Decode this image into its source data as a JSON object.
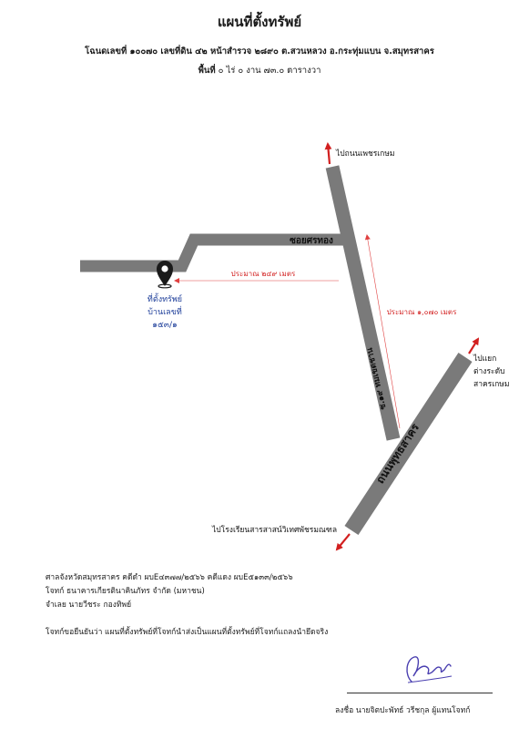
{
  "header": {
    "title": "แผนที่ตั้งทรัพย์",
    "deed_line": "โฉนดเลขที่ ๑๐๐๗๐ เลขที่ดิน ๔๒ หน้าสำรวจ ๒๘๙๐ ต.สวนหลวง อ.กระทุ่มแบน จ.สมุทรสาคร",
    "area_label": "พื้นที่",
    "area_value": "๐ ไร่ ๐ งาน ๗๓.๐ ตารางวา"
  },
  "map": {
    "road_color": "#7a7a7a",
    "arrow_color": "#d21f1f",
    "dimension_color": "#e04040",
    "roads": {
      "soi": "ซอยศรทอง",
      "main_road": "ถนนพุทธสาคร",
      "lane": "ซ.๑๙ ทมเขตชาน"
    },
    "destinations": {
      "top": "ไปถนนเพชรเกษม",
      "right": [
        "ไปแยก",
        "ต่างระดับ",
        "สาครเกษม"
      ],
      "bottom": "ไปโรงเรียนสารสาสน์วิเทศพัชรมณฑล"
    },
    "distances": {
      "soi_distance": "ประมาณ ๒๔๙ เมตร",
      "main_distance": "ประมาณ ๑,๐๗๐ เมตร"
    },
    "marker": {
      "icon": "location-pin-icon",
      "label_lines": [
        "ที่ตั้งทรัพย์",
        "บ้านเลขที่",
        "๑๕๓/๑"
      ]
    }
  },
  "case_info": {
    "court": "ศาลจังหวัดสมุทรสาคร  คดีดำ ผบE๔๓๗๗/๒๕๖๖  คดีแดง ผบE๕๑๓๓/๒๕๖๖",
    "plaintiff": "โจทก์  ธนาคารเกียรตินาคินภัทร จำกัด (มหาชน)",
    "defendant": "จำเลย  นายวีชระ กองทิพย์",
    "certification": "โจทก์ขอยืนยันว่า แผนที่ตั้งทรัพย์ที่โจทก์นำส่งเป็นแผนที่ตั้งทรัพย์ที่โจทก์แถลงนำยึดจริง"
  },
  "signature": {
    "label": "ลงชื่อ นายจิตปะพัทธ์ วรีชกุล ผู้แทนโจทก์"
  }
}
